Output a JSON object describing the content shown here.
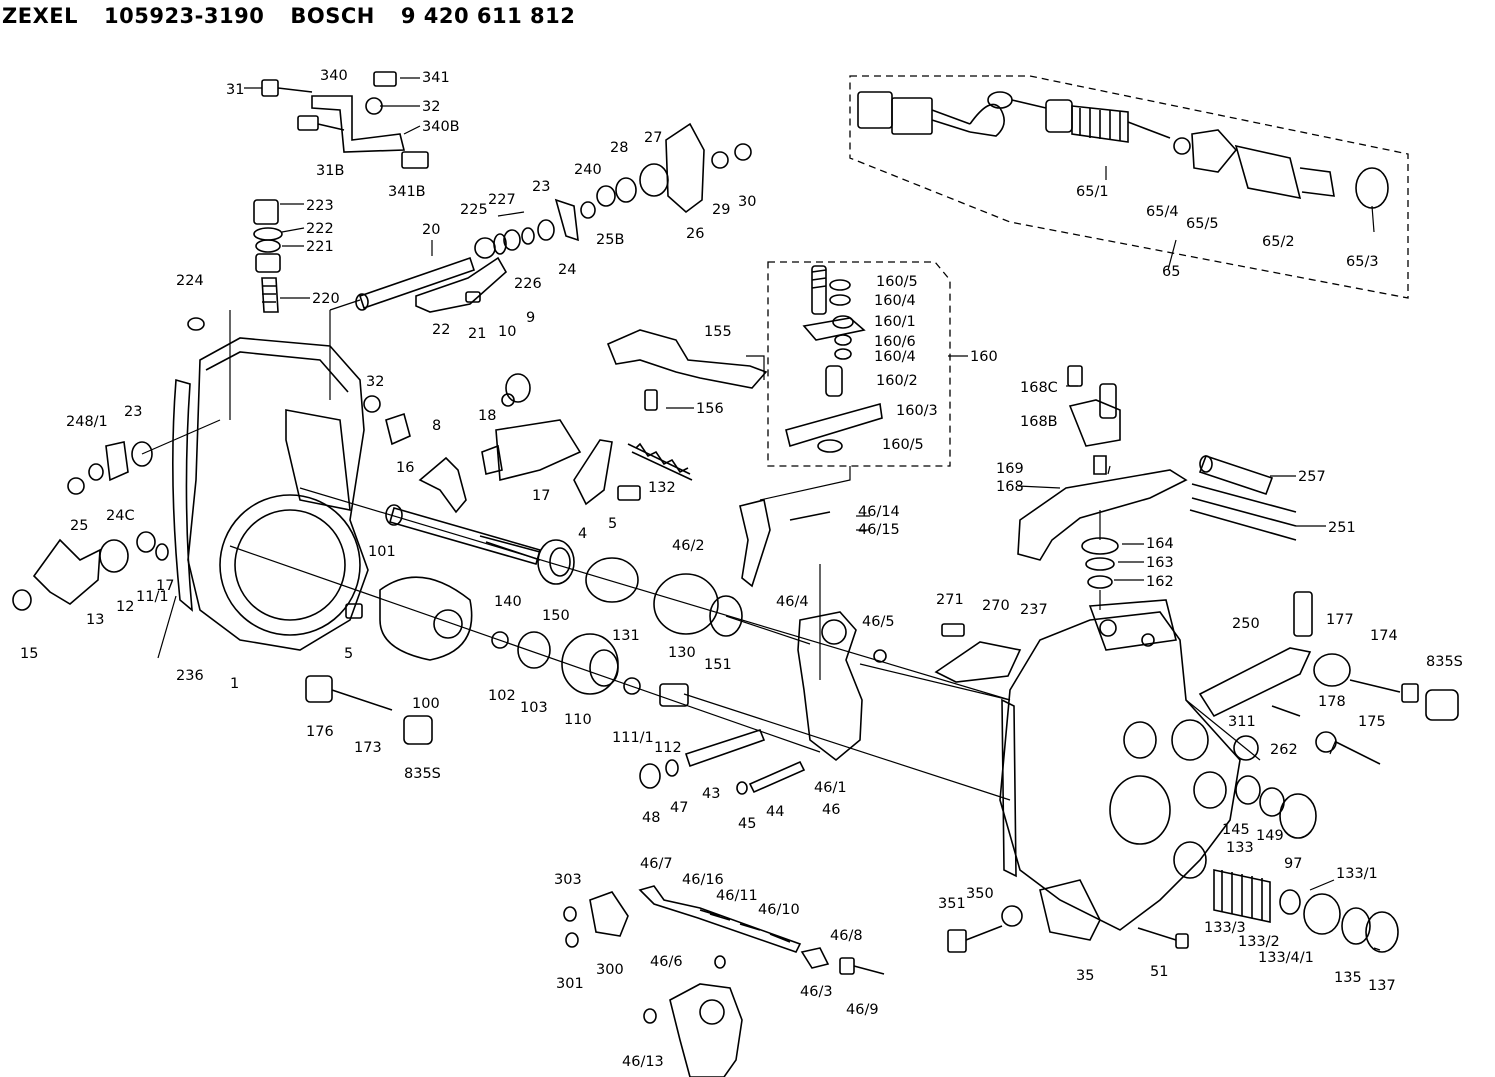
{
  "header": {
    "maker1": "ZEXEL",
    "part1": "105923-3190",
    "maker2": "BOSCH",
    "part2": "9 420 611 812"
  },
  "chart_data": {
    "type": "exploded-parts-diagram",
    "callouts": [
      "31",
      "340",
      "341",
      "32",
      "340B",
      "31B",
      "341B",
      "223",
      "222",
      "221",
      "220",
      "224",
      "20",
      "225",
      "227",
      "23",
      "240",
      "28",
      "27",
      "26",
      "29",
      "30",
      "25B",
      "24",
      "226",
      "22",
      "21",
      "65/1",
      "65/4",
      "65/5",
      "65/2",
      "65/3",
      "65",
      "160/5",
      "160/4",
      "160/1",
      "160/6",
      "160/4",
      "160/2",
      "160/3",
      "160/5",
      "160",
      "155",
      "156",
      "10",
      "9",
      "32",
      "248/1",
      "23",
      "18",
      "8",
      "16",
      "17",
      "132",
      "4",
      "5",
      "25",
      "24C",
      "13",
      "12",
      "11/1",
      "17",
      "15",
      "236",
      "101",
      "140",
      "150",
      "131",
      "130",
      "151",
      "5",
      "100",
      "1",
      "176",
      "173",
      "835S",
      "102",
      "103",
      "110",
      "111/1",
      "112",
      "46/14",
      "46/15",
      "46/2",
      "46/4",
      "46/5",
      "46/1",
      "46",
      "48",
      "47",
      "43",
      "45",
      "44",
      "168C",
      "168B",
      "169",
      "168",
      "164",
      "163",
      "162",
      "257",
      "251",
      "271",
      "270",
      "237",
      "250",
      "177",
      "174",
      "835S",
      "311",
      "262",
      "178",
      "175",
      "145",
      "149",
      "97",
      "133",
      "133/1",
      "133/3",
      "133/2",
      "133/4/1",
      "135",
      "137",
      "351",
      "350",
      "35",
      "51",
      "303",
      "301",
      "300",
      "46/7",
      "46/16",
      "46/11",
      "46/10",
      "46/8",
      "46/6",
      "46/3",
      "46/9",
      "46/13"
    ]
  },
  "labels": [
    {
      "id": "l31",
      "text": "31"
    },
    {
      "id": "l340",
      "text": "340"
    },
    {
      "id": "l341",
      "text": "341"
    },
    {
      "id": "l32a",
      "text": "32"
    },
    {
      "id": "l340B",
      "text": "340B"
    },
    {
      "id": "l31B",
      "text": "31B"
    },
    {
      "id": "l341B",
      "text": "341B"
    },
    {
      "id": "l223",
      "text": "223"
    },
    {
      "id": "l222",
      "text": "222"
    },
    {
      "id": "l221",
      "text": "221"
    },
    {
      "id": "l220",
      "text": "220"
    },
    {
      "id": "l224",
      "text": "224"
    },
    {
      "id": "l20",
      "text": "20"
    },
    {
      "id": "l225",
      "text": "225"
    },
    {
      "id": "l227",
      "text": "227"
    },
    {
      "id": "l23a",
      "text": "23"
    },
    {
      "id": "l240",
      "text": "240"
    },
    {
      "id": "l28",
      "text": "28"
    },
    {
      "id": "l27",
      "text": "27"
    },
    {
      "id": "l26",
      "text": "26"
    },
    {
      "id": "l29",
      "text": "29"
    },
    {
      "id": "l30",
      "text": "30"
    },
    {
      "id": "l25B",
      "text": "25B"
    },
    {
      "id": "l24",
      "text": "24"
    },
    {
      "id": "l226",
      "text": "226"
    },
    {
      "id": "l22",
      "text": "22"
    },
    {
      "id": "l21",
      "text": "21"
    },
    {
      "id": "l65_1",
      "text": "65/1"
    },
    {
      "id": "l65_4",
      "text": "65/4"
    },
    {
      "id": "l65_5",
      "text": "65/5"
    },
    {
      "id": "l65_2",
      "text": "65/2"
    },
    {
      "id": "l65_3",
      "text": "65/3"
    },
    {
      "id": "l65",
      "text": "65"
    },
    {
      "id": "l160_5a",
      "text": "160/5"
    },
    {
      "id": "l160_4a",
      "text": "160/4"
    },
    {
      "id": "l160_1",
      "text": "160/1"
    },
    {
      "id": "l160_6",
      "text": "160/6"
    },
    {
      "id": "l160_4b",
      "text": "160/4"
    },
    {
      "id": "l160_2",
      "text": "160/2"
    },
    {
      "id": "l160_3",
      "text": "160/3"
    },
    {
      "id": "l160_5b",
      "text": "160/5"
    },
    {
      "id": "l160",
      "text": "160"
    },
    {
      "id": "l155",
      "text": "155"
    },
    {
      "id": "l156",
      "text": "156"
    },
    {
      "id": "l10",
      "text": "10"
    },
    {
      "id": "l9",
      "text": "9"
    },
    {
      "id": "l32b",
      "text": "32"
    },
    {
      "id": "l248_1",
      "text": "248/1"
    },
    {
      "id": "l23b",
      "text": "23"
    },
    {
      "id": "l18",
      "text": "18"
    },
    {
      "id": "l8",
      "text": "8"
    },
    {
      "id": "l16",
      "text": "16"
    },
    {
      "id": "l17a",
      "text": "17"
    },
    {
      "id": "l132",
      "text": "132"
    },
    {
      "id": "l4",
      "text": "4"
    },
    {
      "id": "l5a",
      "text": "5"
    },
    {
      "id": "l25",
      "text": "25"
    },
    {
      "id": "l24C",
      "text": "24C"
    },
    {
      "id": "l13",
      "text": "13"
    },
    {
      "id": "l12",
      "text": "12"
    },
    {
      "id": "l11_1",
      "text": "11/1"
    },
    {
      "id": "l17b",
      "text": "17"
    },
    {
      "id": "l15",
      "text": "15"
    },
    {
      "id": "l236",
      "text": "236"
    },
    {
      "id": "l101",
      "text": "101"
    },
    {
      "id": "l140",
      "text": "140"
    },
    {
      "id": "l150",
      "text": "150"
    },
    {
      "id": "l131",
      "text": "131"
    },
    {
      "id": "l130",
      "text": "130"
    },
    {
      "id": "l151",
      "text": "151"
    },
    {
      "id": "l5b",
      "text": "5"
    },
    {
      "id": "l100",
      "text": "100"
    },
    {
      "id": "l1",
      "text": "1"
    },
    {
      "id": "l176",
      "text": "176"
    },
    {
      "id": "l173",
      "text": "173"
    },
    {
      "id": "l835Sa",
      "text": "835S"
    },
    {
      "id": "l102",
      "text": "102"
    },
    {
      "id": "l103",
      "text": "103"
    },
    {
      "id": "l110",
      "text": "110"
    },
    {
      "id": "l111_1",
      "text": "111/1"
    },
    {
      "id": "l112",
      "text": "112"
    },
    {
      "id": "l46_14",
      "text": "46/14"
    },
    {
      "id": "l46_15",
      "text": "46/15"
    },
    {
      "id": "l46_2",
      "text": "46/2"
    },
    {
      "id": "l46_4",
      "text": "46/4"
    },
    {
      "id": "l46_5",
      "text": "46/5"
    },
    {
      "id": "l46_1",
      "text": "46/1"
    },
    {
      "id": "l46",
      "text": "46"
    },
    {
      "id": "l48",
      "text": "48"
    },
    {
      "id": "l47",
      "text": "47"
    },
    {
      "id": "l43",
      "text": "43"
    },
    {
      "id": "l45",
      "text": "45"
    },
    {
      "id": "l44",
      "text": "44"
    },
    {
      "id": "l168C",
      "text": "168C"
    },
    {
      "id": "l168B",
      "text": "168B"
    },
    {
      "id": "l169",
      "text": "169"
    },
    {
      "id": "l168",
      "text": "168"
    },
    {
      "id": "l164",
      "text": "164"
    },
    {
      "id": "l163",
      "text": "163"
    },
    {
      "id": "l162",
      "text": "162"
    },
    {
      "id": "l257",
      "text": "257"
    },
    {
      "id": "l251",
      "text": "251"
    },
    {
      "id": "l271",
      "text": "271"
    },
    {
      "id": "l270",
      "text": "270"
    },
    {
      "id": "l237",
      "text": "237"
    },
    {
      "id": "l250",
      "text": "250"
    },
    {
      "id": "l177",
      "text": "177"
    },
    {
      "id": "l174",
      "text": "174"
    },
    {
      "id": "l835Sb",
      "text": "835S"
    },
    {
      "id": "l311",
      "text": "311"
    },
    {
      "id": "l262",
      "text": "262"
    },
    {
      "id": "l178",
      "text": "178"
    },
    {
      "id": "l175",
      "text": "175"
    },
    {
      "id": "l145",
      "text": "145"
    },
    {
      "id": "l149",
      "text": "149"
    },
    {
      "id": "l97",
      "text": "97"
    },
    {
      "id": "l133",
      "text": "133"
    },
    {
      "id": "l133_1",
      "text": "133/1"
    },
    {
      "id": "l133_3",
      "text": "133/3"
    },
    {
      "id": "l133_2",
      "text": "133/2"
    },
    {
      "id": "l133_4_1",
      "text": "133/4/1"
    },
    {
      "id": "l135",
      "text": "135"
    },
    {
      "id": "l137",
      "text": "137"
    },
    {
      "id": "l351",
      "text": "351"
    },
    {
      "id": "l350",
      "text": "350"
    },
    {
      "id": "l35",
      "text": "35"
    },
    {
      "id": "l51",
      "text": "51"
    },
    {
      "id": "l303",
      "text": "303"
    },
    {
      "id": "l301",
      "text": "301"
    },
    {
      "id": "l300",
      "text": "300"
    },
    {
      "id": "l46_7",
      "text": "46/7"
    },
    {
      "id": "l46_16",
      "text": "46/16"
    },
    {
      "id": "l46_11",
      "text": "46/11"
    },
    {
      "id": "l46_10",
      "text": "46/10"
    },
    {
      "id": "l46_8",
      "text": "46/8"
    },
    {
      "id": "l46_6",
      "text": "46/6"
    },
    {
      "id": "l46_3",
      "text": "46/3"
    },
    {
      "id": "l46_9",
      "text": "46/9"
    },
    {
      "id": "l46_13",
      "text": "46/13"
    }
  ]
}
